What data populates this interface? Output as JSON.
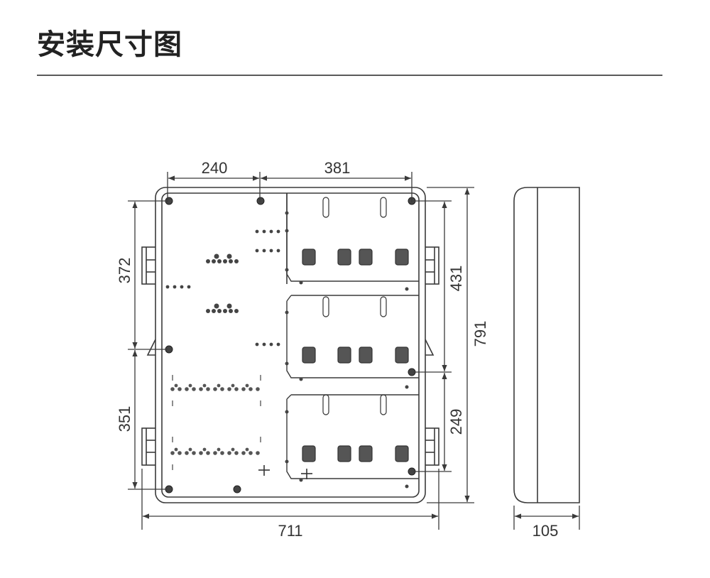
{
  "page": {
    "title": "安装尺寸图"
  },
  "dimensions": {
    "front_left_width": "240",
    "front_right_width": "381",
    "left_upper_height": "372",
    "left_lower_height": "351",
    "right_upper_height": "431",
    "right_lower_height": "249",
    "total_height": "791",
    "total_width": "711",
    "depth": "105"
  },
  "colors": {
    "line": "#3a3a3a",
    "text": "#333333",
    "title": "#222222",
    "rule": "#5a5a5a"
  }
}
